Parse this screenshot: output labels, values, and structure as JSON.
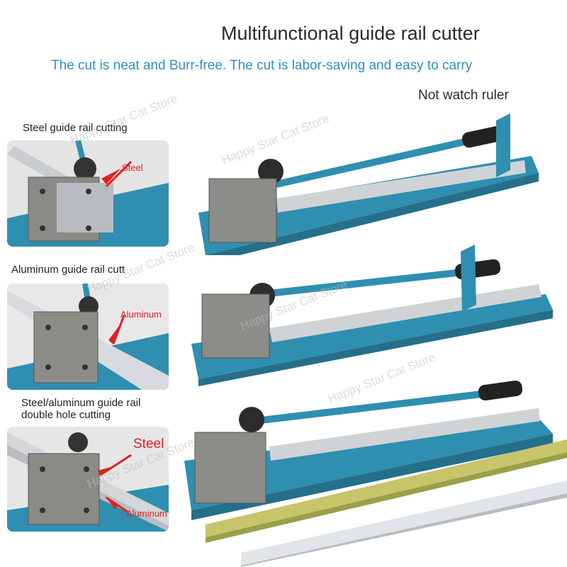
{
  "header": {
    "title": "Multifunctional guide rail cutter",
    "subtitle": "The cut is neat and Burr-free. The cut is labor-saving and easy to carry",
    "note": "Not watch ruler"
  },
  "panels": [
    {
      "label": "Steel guide rail cutting",
      "callouts": [
        "Steel"
      ]
    },
    {
      "label": "Aluminum guide rail cutt",
      "callouts": [
        "Aluminum"
      ]
    },
    {
      "label_line1": "Steel/aluminum guide rail",
      "label_line2": "double hole cutting",
      "callouts": [
        "Steel",
        "Aluminum"
      ]
    }
  ],
  "watermark": "Happy Star Cat Store",
  "colors": {
    "accent": "#2e8fc7",
    "callout_red": "#e02020",
    "tool_blue": "#2f8fb0"
  },
  "icons": [
    "arrow-icon"
  ]
}
